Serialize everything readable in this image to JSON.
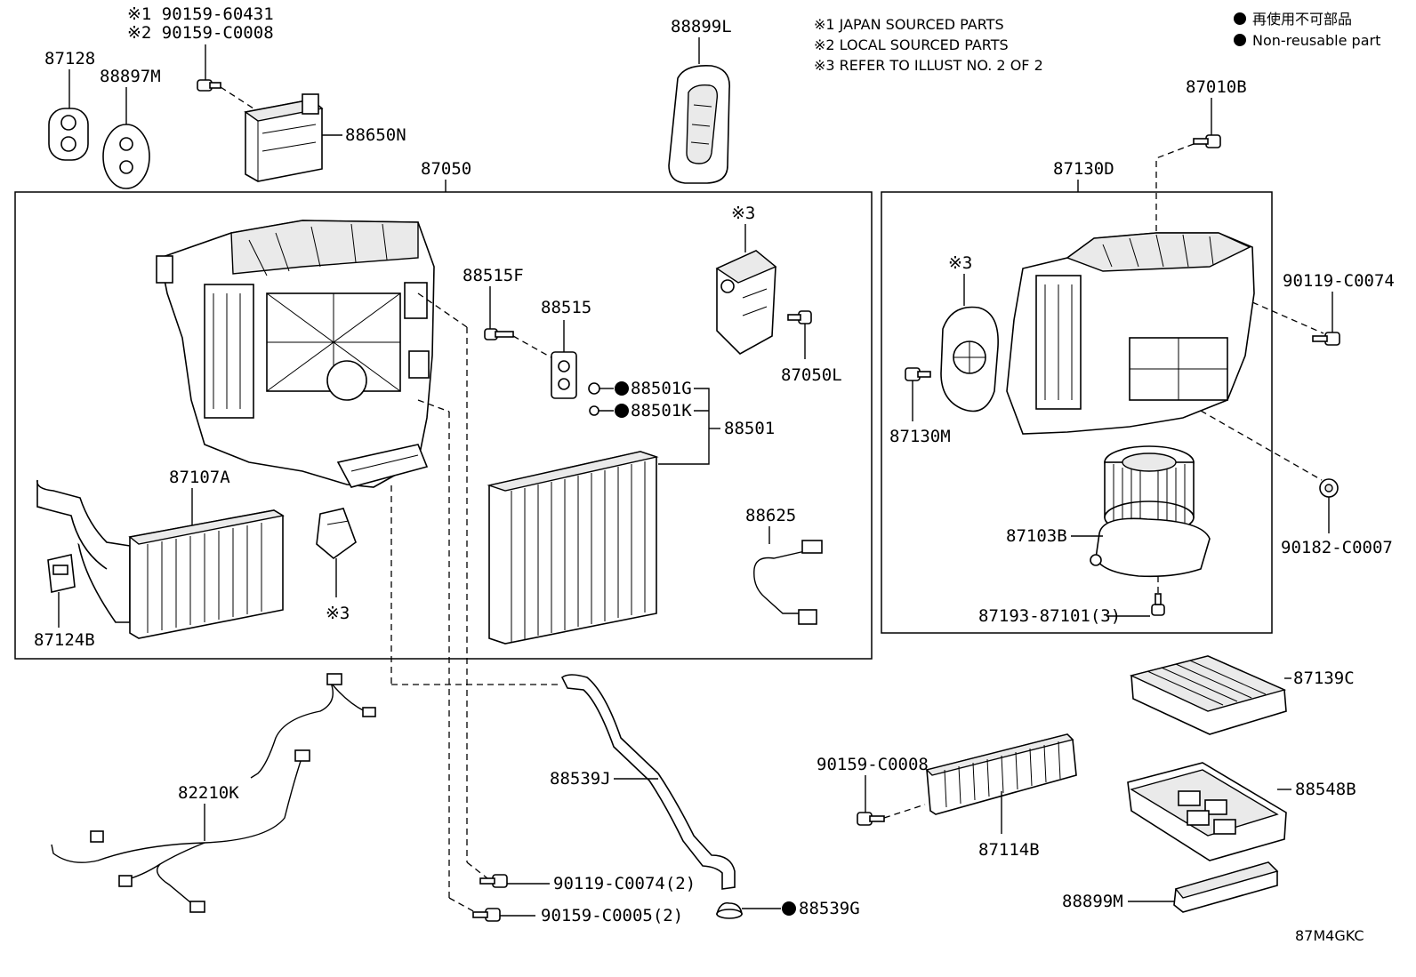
{
  "notes": {
    "n1": "※1 JAPAN SOURCED PARTS",
    "n2": "※2 LOCAL SOURCED PARTS",
    "n3": "※3 REFER TO ILLUST NO. 2 OF 2"
  },
  "legend": {
    "jp": "再使用不可部品",
    "en": "Non-reusable part"
  },
  "footer_code": "87M4GKC",
  "labels": {
    "p87128": "87128",
    "p88897M": "88897M",
    "p90159_60431": "※1 90159-60431",
    "p90159_C0008_top": "※2 90159-C0008",
    "p88650N": "88650N",
    "p88899L": "88899L",
    "p87050": "87050",
    "p87130D": "87130D",
    "p87010B": "87010B",
    "p90119_C0074_r": "90119-C0074",
    "p90182_C0007": "90182-C0007",
    "p87130M": "87130M",
    "ref3_right": "※3",
    "p87103B": "87103B",
    "p87193": "87193-87101(3)",
    "ref3_top": "※3",
    "p88515F": "88515F",
    "p88515": "88515",
    "p87050L": "87050L",
    "p88501G": "88501G",
    "p88501K": "88501K",
    "p88501": "88501",
    "p87107A": "87107A",
    "p87124B": "87124B",
    "ref3_left": "※3",
    "p88625": "88625",
    "p82210K": "82210K",
    "p88539J": "88539J",
    "p90119_C0074_b": "90119-C0074(2)",
    "p90159_C0005": "90159-C0005(2)",
    "p88539G": "88539G",
    "p90159_C0008_b": "90159-C0008",
    "p87114B": "87114B",
    "p87139C": "87139C",
    "p88548B": "88548B",
    "p88899M": "88899M"
  }
}
